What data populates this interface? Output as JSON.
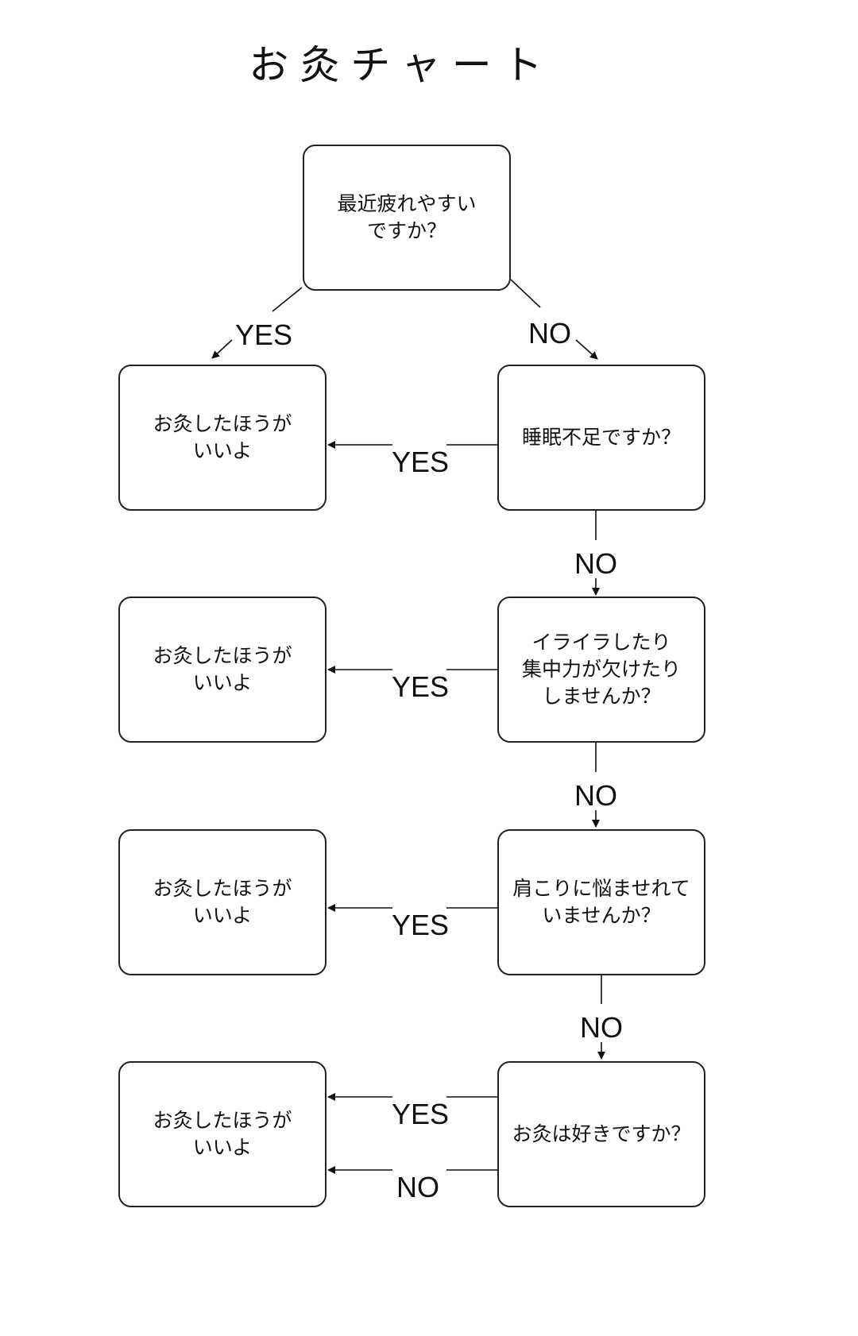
{
  "title": "お灸チャート",
  "questions": [
    "最近疲れやすい\nですか？",
    "睡眠不足ですか？",
    "イライラしたり\n集中力が欠けたり\nしませんか？",
    "肩こりに悩ませれて\nいませんか？",
    "お灸は好きですか？"
  ],
  "results": [
    "お灸したほうが\nいいよ",
    "お灸したほうが\nいいよ",
    "お灸したほうが\nいいよ",
    "お灸したほうが\nいいよ"
  ],
  "edge_labels": {
    "q1_yes": "YES",
    "q1_no": "NO",
    "q2_yes": "YES",
    "q2_no": "NO",
    "q3_yes": "YES",
    "q3_no": "NO",
    "q4_yes": "YES",
    "q4_no": "NO",
    "q5_yes": "YES",
    "q5_no": "NO"
  }
}
